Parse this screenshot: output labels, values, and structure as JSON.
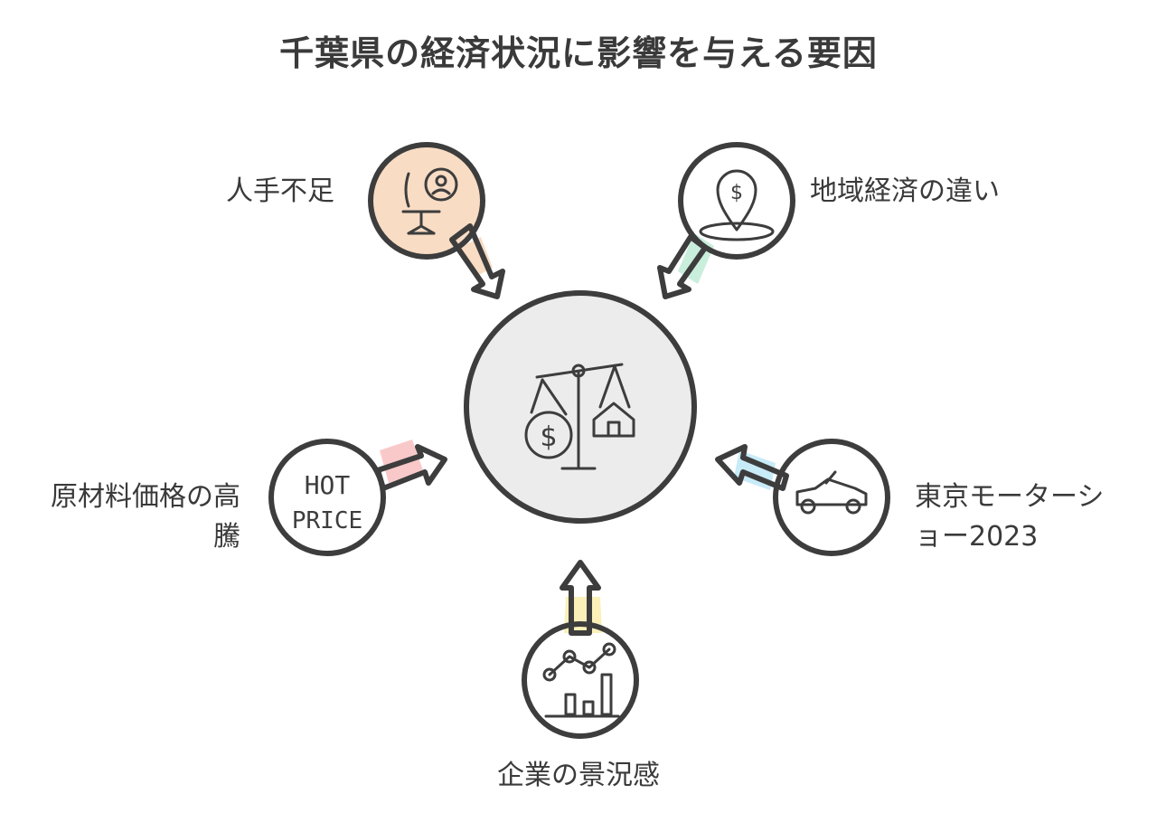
{
  "title": "千葉県の経済状況に影響を与える要因",
  "center": {
    "icon": "balance-scale-icon"
  },
  "factors": {
    "labor_shortage": {
      "label": "人手不足",
      "icon": "office-chair-person-icon",
      "color": "#f8dcc4"
    },
    "regional_economy": {
      "label": "地域経済の違い",
      "icon": "map-pin-dollar-icon",
      "color": "#c9eedc"
    },
    "raw_materials": {
      "label_line1": "原材料価格の高",
      "label_line2": "騰",
      "icon": "hot-price-icon",
      "icon_text_1": "HOT",
      "icon_text_2": "PRICE",
      "color": "#f9c9c9"
    },
    "motor_show": {
      "label_line1": "東京モーターシ",
      "label_line2": "ョー2023",
      "icon": "convertible-car-icon",
      "color": "#c8ebf8"
    },
    "business_sentiment": {
      "label": "企業の景況感",
      "icon": "line-bar-chart-icon",
      "color": "#faf0b8"
    }
  }
}
